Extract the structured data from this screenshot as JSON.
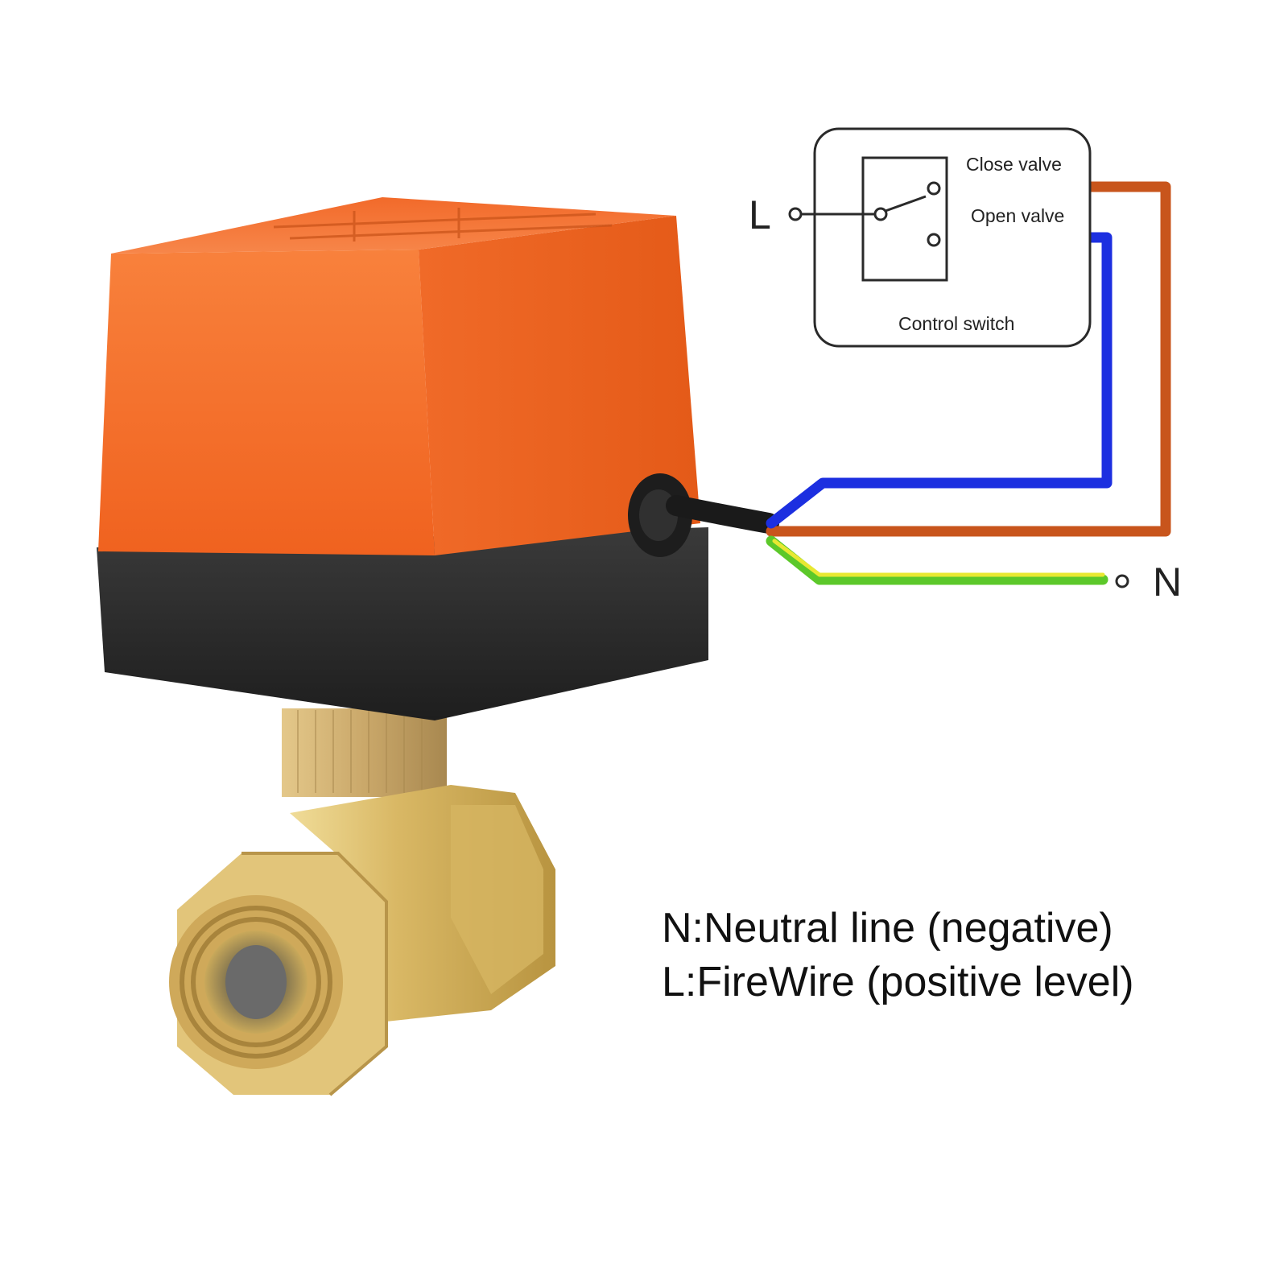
{
  "switch_box": {
    "close_label": "Close valve",
    "open_label": "Open valve",
    "title": "Control switch"
  },
  "terminals": {
    "live": "L",
    "neutral": "N"
  },
  "legend": {
    "neutral_line": "N:Neutral line (negative)",
    "live_line": "L:FireWire (positive level)"
  },
  "colors": {
    "close_wire": "#c8551c",
    "open_wire": "#1c2fe0",
    "neutral_wire_outer": "#5cc82a",
    "neutral_wire_inner": "#e8e832",
    "actuator_orange": "#f46a2a",
    "actuator_black": "#2c2c2c",
    "brass": "#d8b860"
  },
  "icons": {
    "product": "electric-motorized-ball-valve"
  }
}
